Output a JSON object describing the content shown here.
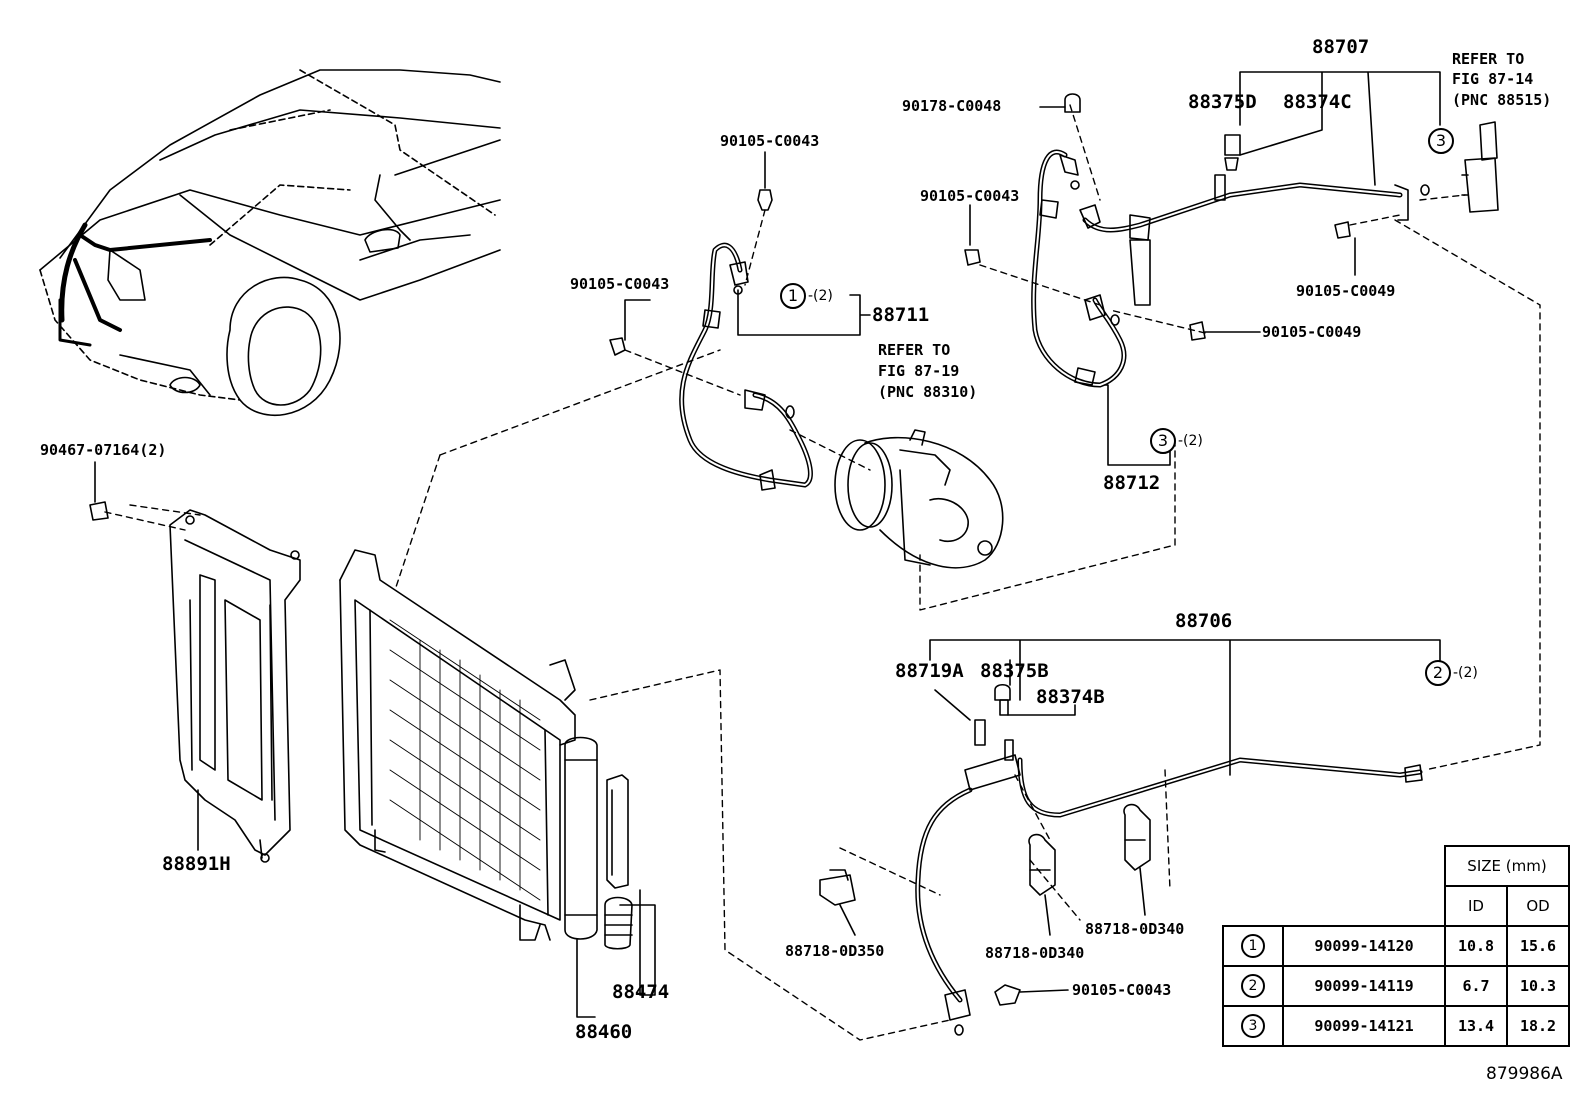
{
  "labels": {
    "p88707": "88707",
    "p88375D": "88375D",
    "p88374C": "88374C",
    "p90178": "90178-C0048",
    "refer1_l1": "REFER TO",
    "refer1_l2": "FIG 87-14",
    "refer1_l3": "(PNC 88515)",
    "p90105_a": "90105-C0043",
    "p90105_b": "90105-C0043",
    "p90105_c": "90105-C0043",
    "p90105_d": "90105-C0043",
    "p90105_c49a": "90105-C0049",
    "p90105_c49b": "90105-C0049",
    "p88711": "88711",
    "refer2_l1": "REFER TO",
    "refer2_l2": "FIG 87-19",
    "refer2_l3": "(PNC 88310)",
    "p88712": "88712",
    "p90467": "90467-07164(2)",
    "p88891H": "88891H",
    "p88706": "88706",
    "p88719A": "88719A",
    "p88375B": "88375B",
    "p88374B": "88374B",
    "p88474": "88474",
    "p88460": "88460",
    "p88718_350": "88718-0D350",
    "p88718_340a": "88718-0D340",
    "p88718_340b": "88718-0D340",
    "qty2": "-(2)",
    "c1": "1",
    "c2": "2",
    "c3": "3"
  },
  "size_table": {
    "header": "SIZE (mm)",
    "col_id": "ID",
    "col_od": "OD",
    "rows": [
      {
        "mark": "1",
        "part": "90099-14120",
        "id": "10.8",
        "od": "15.6"
      },
      {
        "mark": "2",
        "part": "90099-14119",
        "id": "6.7",
        "od": "10.3"
      },
      {
        "mark": "3",
        "part": "90099-14121",
        "id": "13.4",
        "od": "18.2"
      }
    ]
  },
  "figure_id": "879986A"
}
